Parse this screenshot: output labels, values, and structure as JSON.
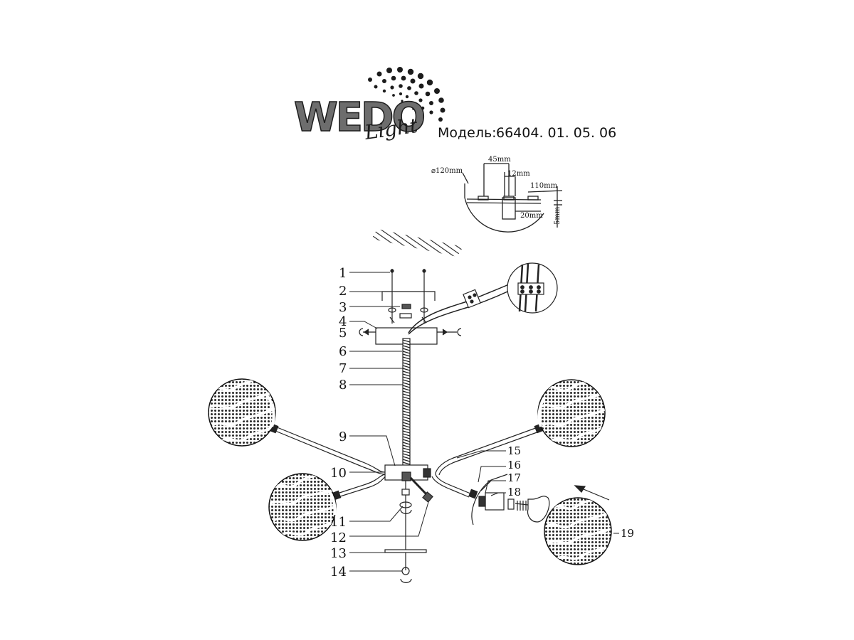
{
  "brand": {
    "name": "WEDO",
    "tagline": "Light"
  },
  "model": {
    "label": "Модель:",
    "number": "66404. 01. 05. 06"
  },
  "dimensions": {
    "diameter": "⌀120mm",
    "spacing": "45mm",
    "screw": "12mm",
    "width": "110mm",
    "depth": "20mm",
    "thickness": "5mm"
  },
  "callouts": [
    "1",
    "2",
    "3",
    "4",
    "5",
    "6",
    "7",
    "8",
    "9",
    "10",
    "11",
    "12",
    "13",
    "14",
    "15",
    "16",
    "17",
    "18",
    "19"
  ],
  "colors": {
    "line": "#222222",
    "shade": "#333333",
    "brand_gray": "#7a7a7a",
    "brand_dark": "#1c1c1c"
  }
}
